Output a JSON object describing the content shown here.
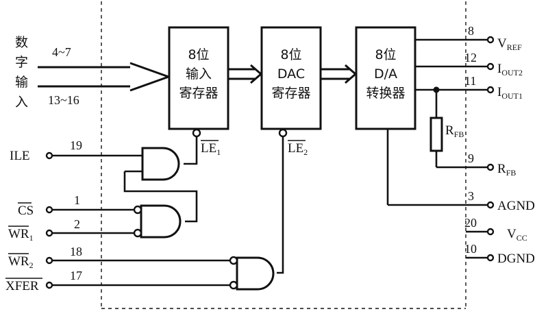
{
  "input_label_chars": [
    "数",
    "字",
    "输",
    "入"
  ],
  "input_pins": {
    "top": "4~7",
    "bottom": "13~16"
  },
  "blocks": {
    "input_register": [
      "8位",
      "输入",
      "寄存器"
    ],
    "dac_register": [
      "8位",
      "DAC",
      "寄存器"
    ],
    "converter": [
      "8位",
      "D/A",
      "转换器"
    ]
  },
  "latch_enables": {
    "le1": {
      "main": "LE",
      "sub": "1"
    },
    "le2": {
      "main": "LE",
      "sub": "2"
    }
  },
  "left_signals": [
    {
      "main": "ILE",
      "sub": "",
      "pin": "19",
      "overbar": false
    },
    {
      "main": "CS",
      "sub": "",
      "pin": "1",
      "overbar": true
    },
    {
      "main": "WR",
      "sub": "1",
      "pin": "2",
      "overbar": true
    },
    {
      "main": "WR",
      "sub": "2",
      "pin": "18",
      "overbar": true
    },
    {
      "main": "XFER",
      "sub": "",
      "pin": "17",
      "overbar": true
    }
  ],
  "right_signals": [
    {
      "main": "V",
      "sub": "REF",
      "pin": "8"
    },
    {
      "main": "I",
      "sub": "OUT2",
      "pin": "12"
    },
    {
      "main": "I",
      "sub": "OUT1",
      "pin": "11"
    },
    {
      "main": "R",
      "sub": "FB",
      "pin": "9"
    },
    {
      "main": "AGND",
      "sub": "",
      "pin": "3"
    },
    {
      "main": "V",
      "sub": "CC",
      "pin": "20"
    },
    {
      "main": "DGND",
      "sub": "",
      "pin": "10"
    }
  ],
  "resistor": {
    "main": "R",
    "sub": "FB"
  }
}
